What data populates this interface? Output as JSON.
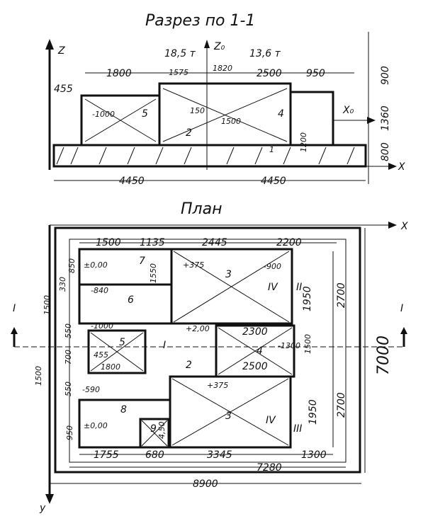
{
  "section": {
    "title": "Разрез по 1-1",
    "axis_z": "Z",
    "axis_z0": "Z₀",
    "axis_x": "X",
    "axis_x0": "X₀",
    "mass_left": "18,5 т",
    "mass_right": "13,6 т",
    "top_dims": [
      "1800",
      "1575",
      "1820",
      "2500",
      "950"
    ],
    "left_dim": "455",
    "right_dims": [
      "900",
      "1360",
      "800"
    ],
    "bottom_dims": [
      "4450",
      "4450"
    ],
    "levels": [
      "-1000",
      "150",
      "1500",
      "1200"
    ],
    "room_labels": [
      "5",
      "2",
      "4",
      "1"
    ]
  },
  "plan": {
    "title": "План",
    "axis_x": "X",
    "axis_y": "y",
    "top_dims": [
      "1500",
      "1135",
      "2445",
      "2200"
    ],
    "bottom_dims": [
      "1755",
      "680",
      "3345",
      "1300"
    ],
    "overall_inner": "7280",
    "overall_outer": "8900",
    "right_dims_inner": [
      "1950",
      "1500",
      "1950"
    ],
    "right_dims_mid": [
      "2700",
      "2700"
    ],
    "right_overall": "7000",
    "left_dims": [
      "850",
      "330",
      "1500",
      "1500",
      "950"
    ],
    "left_small": [
      "550",
      "700",
      "550"
    ],
    "section_marks": [
      "I",
      "I"
    ],
    "levels": [
      "±0,00",
      "-840",
      "+375",
      "-900",
      "+2,00",
      "-1000",
      "455",
      "1800",
      "-590",
      "±0,00",
      "+375",
      "2300",
      "2500",
      "-1300",
      "1550",
      "4,50"
    ],
    "room_labels": [
      "7",
      "6",
      "3",
      "IV",
      "II",
      "5",
      "I",
      "4",
      "2",
      "8",
      "9",
      "3",
      "IV",
      "III"
    ]
  }
}
